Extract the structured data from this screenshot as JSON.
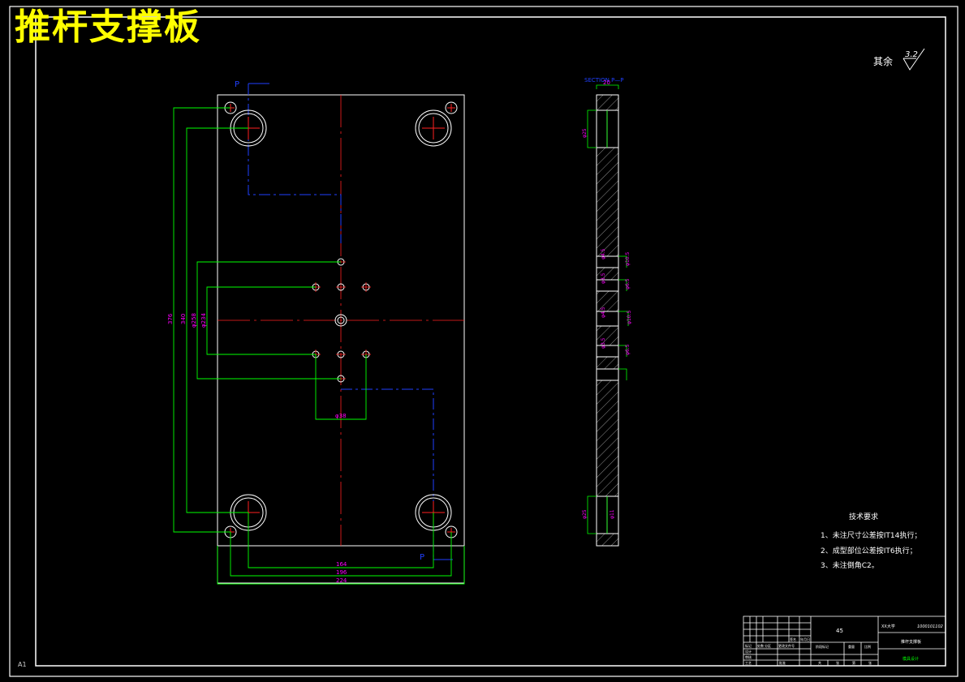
{
  "title": "推杆支撑板",
  "sheet_size": "A1",
  "colors": {
    "border": "#ffffff",
    "outline": "#ffffff",
    "centerline": "#ff2020",
    "cut_line": "#2040ff",
    "dimension": "#00ff00",
    "dim_text": "#ff00ff",
    "title_text": "#ffff00"
  },
  "front_view": {
    "section_marker_top": "P",
    "section_marker_bottom": "P",
    "vertical_dims": [
      "376",
      "340",
      "φ258",
      "φ234"
    ],
    "horizontal_dims": [
      "164",
      "196",
      "224"
    ],
    "small_dim": "φ38"
  },
  "section_view": {
    "label": "SECTION P—P",
    "thickness_dim": "20",
    "diameter_labels": [
      "φ25",
      "φ10.5",
      "φ4.5",
      "φ6.5",
      "φ3.5",
      "φ10.5",
      "φ4.5",
      "φ6.5",
      "φ3.5",
      "φ25",
      "φ11"
    ]
  },
  "roughness": {
    "label": "其余",
    "value": "3.2"
  },
  "tech_requirements": {
    "heading": "技术要求",
    "items": [
      "1、未注尺寸公差按IT14执行；",
      "2、成型部位公差按IT6执行；",
      "3、未注倒角C2。"
    ]
  },
  "title_block": {
    "material": "45",
    "school": "XX大学",
    "part_name": "推杆支撑板",
    "drawing_number": "1000101102",
    "row_labels": [
      "标记",
      "处数",
      "分区",
      "更改文件号",
      "签名",
      "年月日"
    ],
    "sign_labels": [
      "设计",
      "审核",
      "工艺",
      "批准"
    ],
    "right_labels": [
      "阶段标记",
      "重量",
      "比例"
    ],
    "sheet_labels": [
      "共",
      "张",
      "第",
      "张"
    ],
    "company": "模具设计"
  }
}
